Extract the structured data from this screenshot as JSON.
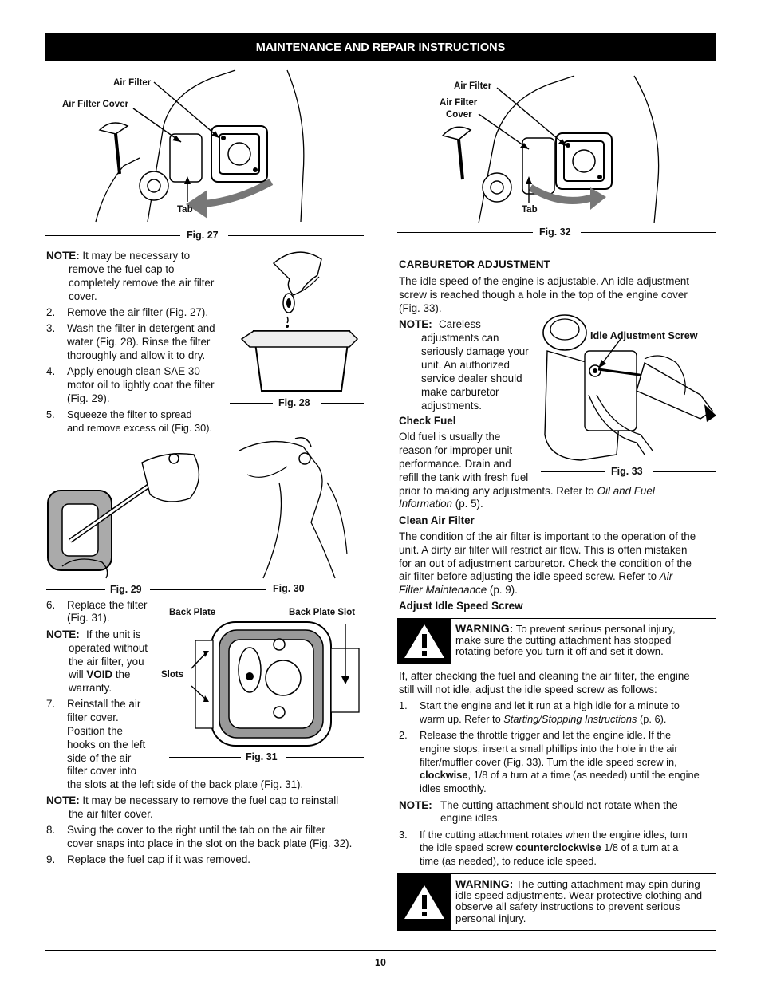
{
  "header": {
    "title": "MAINTENANCE AND REPAIR INSTRUCTIONS"
  },
  "fig27": {
    "caption": "Fig. 27",
    "air_filter": "Air Filter",
    "air_filter_cover": "Air Filter Cover",
    "tab": "Tab"
  },
  "fig28": {
    "caption": "Fig. 28"
  },
  "fig29": {
    "caption": "Fig. 29"
  },
  "fig30": {
    "caption": "Fig. 30"
  },
  "fig31": {
    "caption": "Fig. 31",
    "back_plate": "Back Plate",
    "back_plate_slot": "Back Plate Slot",
    "slots": "Slots"
  },
  "fig32": {
    "caption": "Fig. 32",
    "air_filter": "Air Filter",
    "air_filter_cover_1": "Air Filter",
    "air_filter_cover_2": "Cover",
    "tab": "Tab"
  },
  "fig33": {
    "caption": "Fig. 33",
    "idle_screw": "Idle Adjustment Screw"
  },
  "left": {
    "note1_label": "NOTE:",
    "note1_l1": "It may be necessary to",
    "note1_l2": "remove the fuel cap to",
    "note1_l3": "completely remove the air filter",
    "note1_l4": "cover.",
    "s2_num": "2.",
    "s2_l1": "Remove the air filter (Fig. 27).",
    "s3_num": "3.",
    "s3_l1": "Wash the filter in detergent and",
    "s3_l2": "water (Fig. 28). Rinse the filter",
    "s3_l3": "thoroughly and allow it to dry.",
    "s4_num": "4.",
    "s4_l1": "Apply enough clean SAE 30",
    "s4_l2": "motor oil to lightly coat the filter",
    "s4_l3": "(Fig. 29).",
    "s5_num": "5.",
    "s5_l1": "Squeeze the filter to spread",
    "s5_l2": "and remove excess oil (Fig. 30).",
    "s6_num": "6.",
    "s6_l1": "Replace the filter",
    "s6_l2": "(Fig. 31).",
    "note2_label": "NOTE:",
    "note2_l1": "If the unit is",
    "note2_l2": "operated without",
    "note2_l3": "the air filter, you",
    "note2_l4a": "will",
    "note2_l4b": "VOID",
    "note2_l4c": "the",
    "note2_l5": "warranty.",
    "s7_num": "7.",
    "s7_l1": "Reinstall the air",
    "s7_l2": "filter cover.",
    "s7_l3": "Position the",
    "s7_l4": "hooks on the left",
    "s7_l5": "side of the air",
    "s7_l6": "filter cover into",
    "s7_l7": "the slots at the left side of the back plate (Fig. 31).",
    "note3_label": "NOTE:",
    "note3_l1": "It may be necessary to remove the fuel cap to reinstall",
    "note3_l2": "the air filter cover.",
    "s8_num": "8.",
    "s8_l1": "Swing the cover to the right until the tab on the air filter",
    "s8_l2": "cover snaps into place in the slot on the back plate (Fig. 32).",
    "s9_num": "9.",
    "s9_l1": "Replace the fuel cap if it was removed."
  },
  "right": {
    "carb_heading": "CARBURETOR ADJUSTMENT",
    "carb_l1": "The idle speed of the engine is adjustable. An idle adjustment",
    "carb_l2": "screw is reached though a hole in the top of the engine cover",
    "carb_l3": "(Fig. 33).",
    "note_label": "NOTE:",
    "note_l1": "Careless",
    "note_l2": "adjustments can",
    "note_l3": "seriously damage your",
    "note_l4": "unit. An authorized",
    "note_l5": "service dealer should",
    "note_l6": "make carburetor",
    "note_l7": "adjustments.",
    "check_fuel_heading": "Check Fuel",
    "cf_l1": "Old fuel is usually the",
    "cf_l2": "reason for improper unit",
    "cf_l3": "performance. Drain and",
    "cf_l4": "refill the tank with fresh fuel",
    "cf_l5a": "prior to making any adjustments. Refer to",
    "cf_l5b": "Oil and Fuel",
    "cf_l6a": "Information",
    "cf_l6b": "(p. 5).",
    "clean_heading": "Clean Air Filter",
    "ca_l1": "The condition of the air filter is important to the operation of the",
    "ca_l2": "unit. A dirty air filter will restrict air flow. This is often mistaken",
    "ca_l3": "for an out of adjustment carburetor. Check the condition of the",
    "ca_l4a": "air filter before adjusting the idle speed screw. Refer to",
    "ca_l4b": "Air",
    "ca_l5a": "Filter Maintenance",
    "ca_l5b": "(p. 9).",
    "adjust_heading": "Adjust Idle Speed Screw",
    "w1_label": "WARNING:",
    "w1_l1": "To prevent serious personal injury,",
    "w1_l2": "make sure the cutting attachment has stopped",
    "w1_l3": "rotating before you turn it off and set it down.",
    "if_l1": "If, after checking the fuel and cleaning the air filter, the engine",
    "if_l2": "still will not idle, adjust the idle speed screw as follows:",
    "i1_num": "1.",
    "i1_l1": "Start the engine and let it run at a high idle for a minute to",
    "i1_l2a": "warm up. Refer to",
    "i1_l2b": "Starting/Stopping Instructions",
    "i1_l2c": "(p. 6).",
    "i2_num": "2.",
    "i2_l1": "Release the throttle trigger and let the engine idle. If the",
    "i2_l2": "engine stops, insert a small phillips into the hole in the air",
    "i2_l3": "filter/muffler cover (Fig. 33). Turn the idle speed screw in,",
    "i2_l4a": "clockwise",
    "i2_l4b": ", 1/8 of a turn at a time (as needed) until the engine",
    "i2_l5": "idles smoothly.",
    "note2_label": "NOTE:",
    "note2_l1": "The cutting attachment should not rotate when the",
    "note2_l2": "engine idles.",
    "i3_num": "3.",
    "i3_l1": "If the cutting attachment rotates when the engine idles, turn",
    "i3_l2a": "the idle speed screw",
    "i3_l2b": "counterclockwise",
    "i3_l2c": "1/8 of a turn at a",
    "i3_l3": "time (as needed), to reduce idle speed.",
    "w2_label": "WARNING:",
    "w2_l1": "The cutting attachment may spin during",
    "w2_l2": "idle speed adjustments. Wear protective clothing and",
    "w2_l3": "observe all safety instructions to prevent serious",
    "w2_l4": "personal injury."
  },
  "footer": {
    "page_number": "10"
  }
}
